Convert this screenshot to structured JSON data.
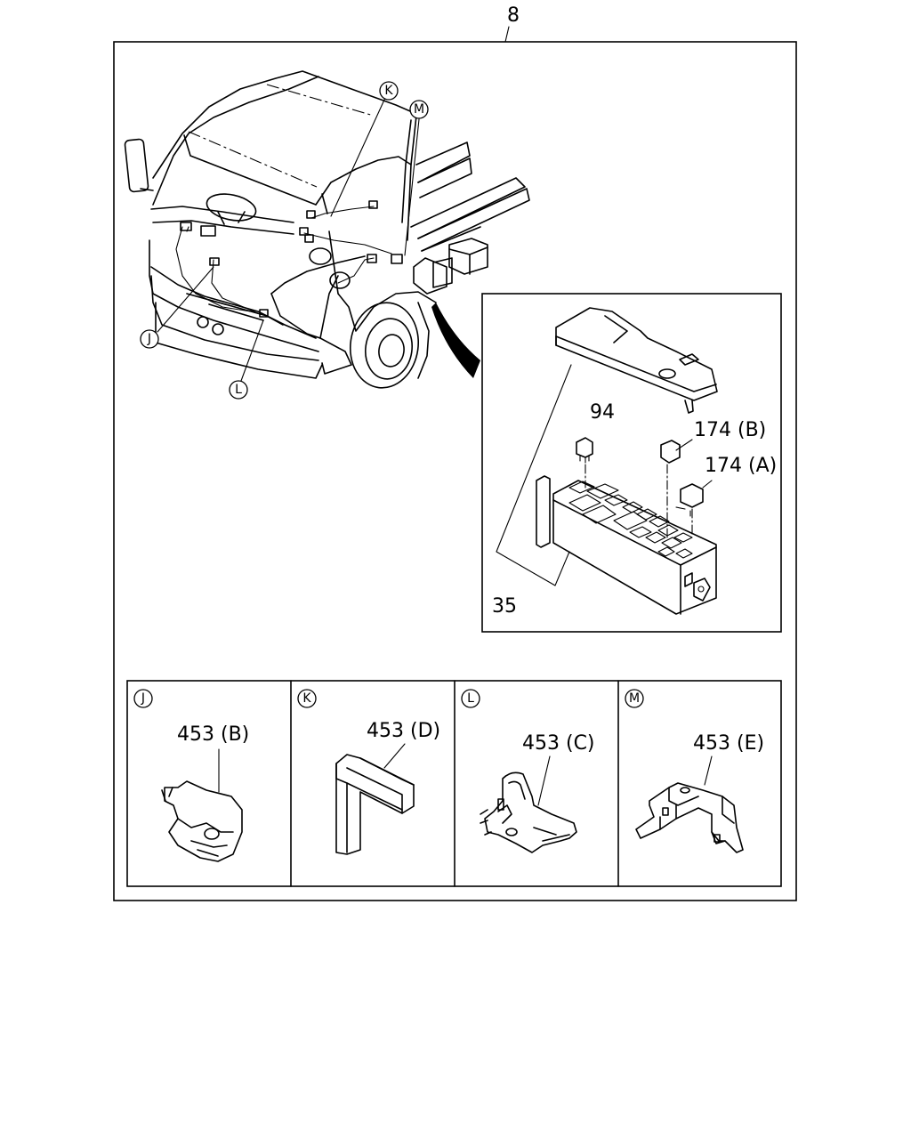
{
  "page_ref": "8",
  "callouts": {
    "J": "J",
    "K": "K",
    "L": "L",
    "M": "M"
  },
  "parts": {
    "fuse_box": "35",
    "fuse": "94",
    "relay_b": "174 (B)",
    "relay_a": "174 (A)"
  },
  "details": [
    {
      "tag": "J",
      "part": "453 (B)"
    },
    {
      "tag": "K",
      "part": "453 (D)"
    },
    {
      "tag": "L",
      "part": "453 (C)"
    },
    {
      "tag": "M",
      "part": "453 (E)"
    }
  ]
}
